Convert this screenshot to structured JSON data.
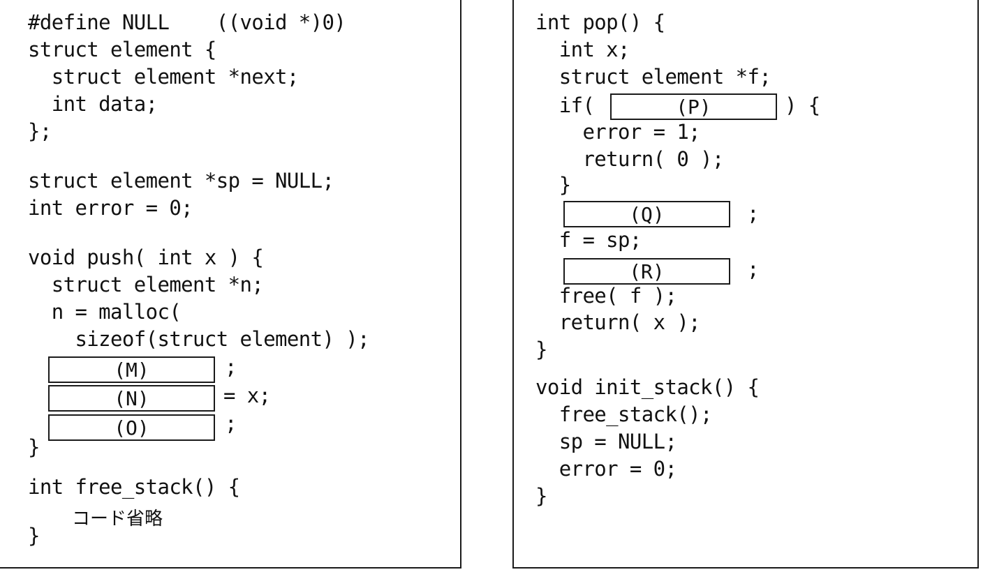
{
  "left_panel": {
    "lines": [
      "#define NULL    ((void *)0)",
      "struct element {",
      "  struct element *next;",
      "  int data;",
      "};",
      "struct element *sp = NULL;",
      "int error = 0;",
      "void push( int x ) {",
      "  struct element *n;",
      "  n = malloc(",
      "    sizeof(struct element) );",
      ";",
      "= x;",
      ";",
      "}",
      "int free_stack() {",
      "}"
    ],
    "omitted_note": "コード省略",
    "blanks": {
      "M": "(M)",
      "N": "(N)",
      "O": "(O)"
    }
  },
  "right_panel": {
    "lines": [
      "int pop() {",
      "  int x;",
      "  struct element *f;",
      "  if(",
      ") {",
      "    error = 1;",
      "    return( 0 );",
      "  }",
      ";",
      "  f = sp;",
      ";",
      "  free( f );",
      "  return( x );",
      "}",
      "void init_stack() {",
      "  free_stack();",
      "  sp = NULL;",
      "  error = 0;",
      "}"
    ],
    "blanks": {
      "P": "(P)",
      "Q": "(Q)",
      "R": "(R)"
    }
  }
}
